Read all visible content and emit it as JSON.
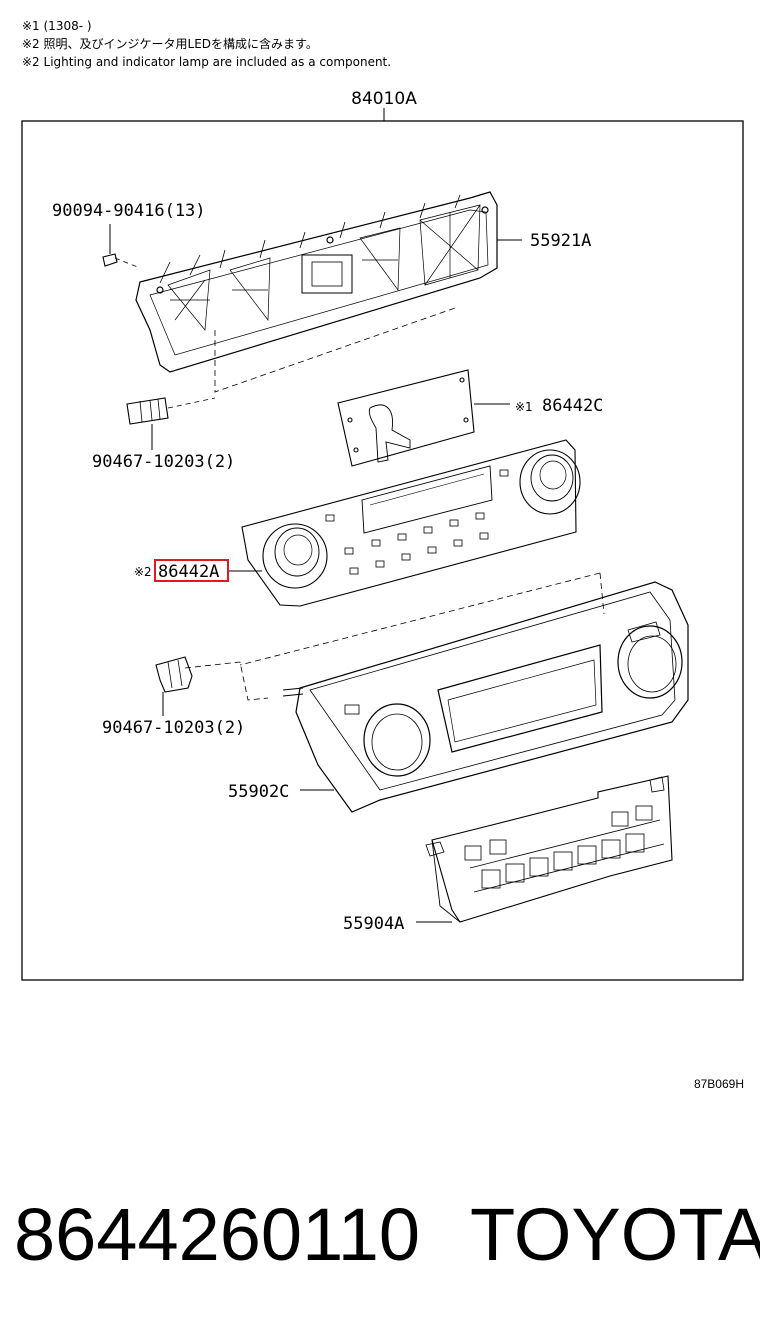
{
  "notes": {
    "note1": "※1 (1308-        )",
    "note2_jp": "※2 照明、及びインジケータ用LEDを構成に含みます。",
    "note2_en": "※2 Lighting and indicator lamp are included as a component."
  },
  "parts": {
    "assembly": "84010A",
    "bezel_upper": "55921A",
    "screw": "90094-90416(13)",
    "clip_upper": "90467-10203(2)",
    "pcb": "86442C",
    "pcb_mark": "※1",
    "control_panel": "86442A",
    "control_panel_mark": "※2",
    "clip_lower": "90467-10203(2)",
    "front_panel": "55902C",
    "switch_base": "55904A"
  },
  "drawing_code": "87B069H",
  "footer": {
    "part_number": "8644260110",
    "brand": "TOYOTA"
  },
  "colors": {
    "highlight": "#e0191e",
    "line": "#000000"
  }
}
